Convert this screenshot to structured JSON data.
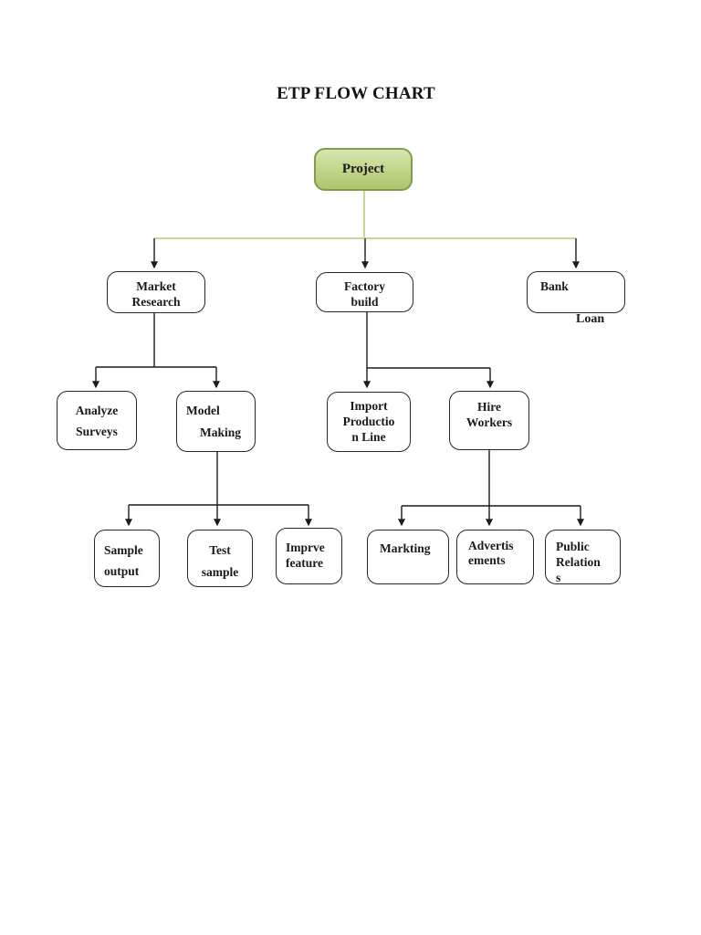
{
  "title": "ETP FLOW CHART",
  "colors": {
    "background": "#ffffff",
    "node_border": "#262626",
    "node_text": "#1a1a1a",
    "connector_black": "#1c1c1c",
    "connector_green": "#c6d79c",
    "project_fill_top": "#d9e6b0",
    "project_fill_bottom": "#aec56c",
    "project_border": "#7f9d4a"
  },
  "nodes": {
    "project": {
      "label": "Project"
    },
    "market_research": {
      "lines": [
        "Market",
        "Research"
      ]
    },
    "factory_build": {
      "lines": [
        "Factory",
        "build"
      ]
    },
    "bank": {
      "lines": [
        "Bank"
      ],
      "overflow_label": "Loan"
    },
    "analyze_surveys": {
      "lines": [
        "Analyze",
        "Surveys"
      ]
    },
    "model_making": {
      "lines": [
        "Model",
        "Making"
      ]
    },
    "import_production": {
      "lines": [
        "Import",
        "Productio",
        "n Line"
      ]
    },
    "hire_workers": {
      "lines": [
        "Hire",
        "Workers"
      ]
    },
    "sample_output": {
      "lines": [
        "Sample",
        "output"
      ]
    },
    "test_sample": {
      "lines": [
        "Test",
        "sample"
      ]
    },
    "imprve_feature": {
      "lines": [
        "Imprve",
        "feature"
      ]
    },
    "markting": {
      "lines": [
        "Markting"
      ]
    },
    "advertisements": {
      "lines": [
        "Advertis",
        "ements"
      ]
    },
    "public_relations": {
      "lines": [
        "Public",
        "Relation",
        "s"
      ]
    }
  },
  "structure": {
    "edges": [
      {
        "from": "Project",
        "to": [
          "Market Research",
          "Factory build",
          "Bank Loan"
        ]
      },
      {
        "from": "Market Research",
        "to": [
          "Analyze Surveys",
          "Model Making"
        ]
      },
      {
        "from": "Factory build",
        "to": [
          "Import Productio n Line",
          "Hire Workers"
        ]
      },
      {
        "from": "Model Making",
        "to": [
          "Sample output",
          "Test sample",
          "Imprve feature"
        ]
      },
      {
        "from": "Hire Workers",
        "to": [
          "Markting",
          "Advertis ements",
          "Public Relation s"
        ]
      }
    ]
  }
}
